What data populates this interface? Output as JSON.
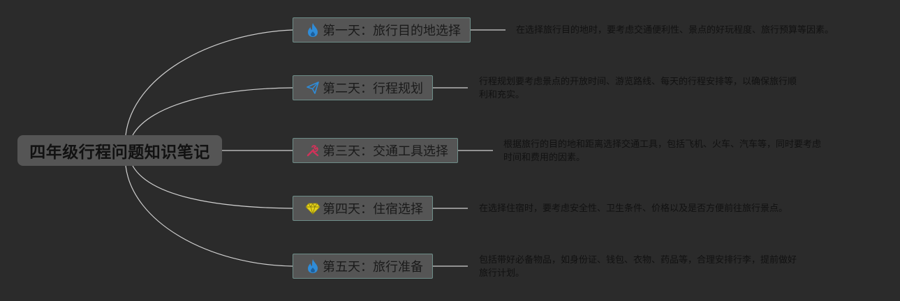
{
  "root": {
    "title": "四年级行程问题知识笔记"
  },
  "branches": [
    {
      "icon": "flame-icon",
      "icon_color": "#2f8cd8",
      "label": "第一天：旅行目的地选择",
      "note_lines": [
        "在选择旅行目的地时，要考虑交通便利性、景点的好玩程度、旅行预算等因素。"
      ]
    },
    {
      "icon": "paper-plane-icon",
      "icon_color": "#2f8cd8",
      "label": "第二天：行程规划",
      "note_lines": [
        "行程规划要考虑景点的开放时间、游览路线、每天的行程安排等，以确保旅行顺",
        "利和充实。"
      ]
    },
    {
      "icon": "tools-icon",
      "icon_color": "#d0335a",
      "label": "第三天：交通工具选择",
      "note_lines": [
        "根据旅行的目的地和距离选择交通工具，包括飞机、火车、汽车等，同时要考虑",
        "时间和费用的因素。"
      ]
    },
    {
      "icon": "diamond-icon",
      "icon_color": "#e6d21a",
      "label": "第四天：住宿选择",
      "note_lines": [
        "在选择住宿时，要考虑安全性、卫生条件、价格以及是否方便前往旅行景点。"
      ]
    },
    {
      "icon": "flame-icon",
      "icon_color": "#2f8cd8",
      "label": "第五天：旅行准备",
      "note_lines": [
        "包括带好必备物品，如身份证、钱包、衣物、药品等，合理安排行李，提前做好",
        "旅行计划。"
      ]
    }
  ],
  "colors": {
    "background": "#2b2b2b",
    "node_fill": "#555555",
    "node_border": "#6e8d88",
    "connector": "#cfcfcf",
    "text": "#111111"
  }
}
